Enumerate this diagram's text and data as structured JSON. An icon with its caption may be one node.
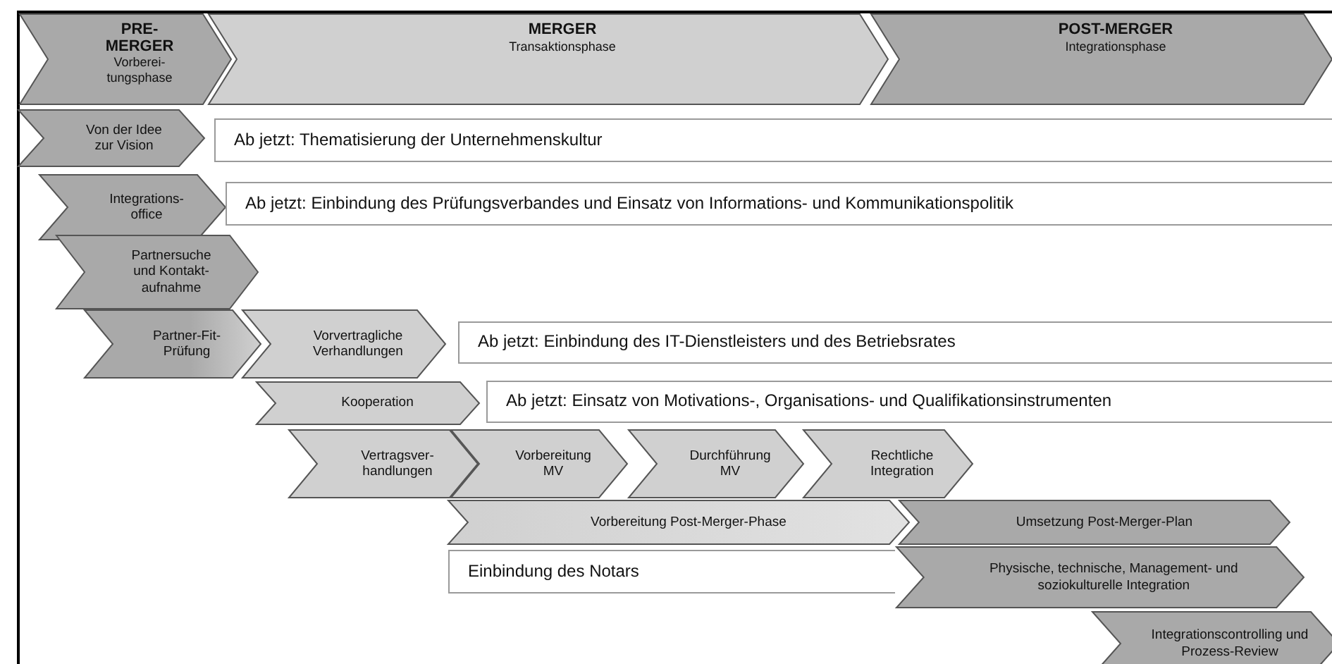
{
  "diagram": {
    "nodes": [
      {
        "text": [
          "PRE-MERGER",
          "Vorberei-tungsphase"
        ]
      },
      {
        "text": [
          "MERGER",
          "Transaktionsphase"
        ]
      },
      {
        "text": [
          "POST-MERGER",
          "Integrationsphase"
        ]
      },
      {
        "text": [
          "Von der Idee zur Vision"
        ]
      },
      {
        "text": [
          "Ab jetzt: Thematisierung der Unternehmenskultur"
        ]
      },
      {
        "text": [
          "Integrations-office"
        ]
      },
      {
        "text": [
          "Ab jetzt: Einbindung des Prüfungsverbandes und Einsatz von Informations- und Kommunikationspolitik"
        ]
      },
      {
        "text": [
          "Partnersuche und Kontakt-aufnahme"
        ]
      },
      {
        "text": [
          "Partner-Fit-Prüfung"
        ]
      },
      {
        "text": [
          "Vorvertragliche Verhandlungen"
        ]
      },
      {
        "text": [
          "Ab jetzt: Einbindung des IT-Dienstleisters und des Betriebsrates"
        ]
      },
      {
        "text": [
          "Kooperation"
        ]
      },
      {
        "text": [
          "Ab jetzt: Einsatz von Motivations-, Organisations- und Qualifikationsinstrumenten"
        ]
      },
      {
        "text": [
          "Vertragsver-handlungen"
        ]
      },
      {
        "text": [
          "Vorbereitung MV"
        ]
      },
      {
        "text": [
          "Durchführung MV"
        ]
      },
      {
        "text": [
          "Rechtliche Integration"
        ]
      },
      {
        "text": [
          "Vorbereitung Post-Merger-Phase"
        ]
      },
      {
        "text": [
          "Umsetzung Post-Merger-Plan"
        ]
      },
      {
        "text": [
          "Einbindung des Notars"
        ]
      },
      {
        "text": [
          "Physische, technische, Management- und soziokulturelle Integration"
        ]
      },
      {
        "text": [
          "Integrationscontrolling und Prozess-Review"
        ]
      }
    ]
  }
}
